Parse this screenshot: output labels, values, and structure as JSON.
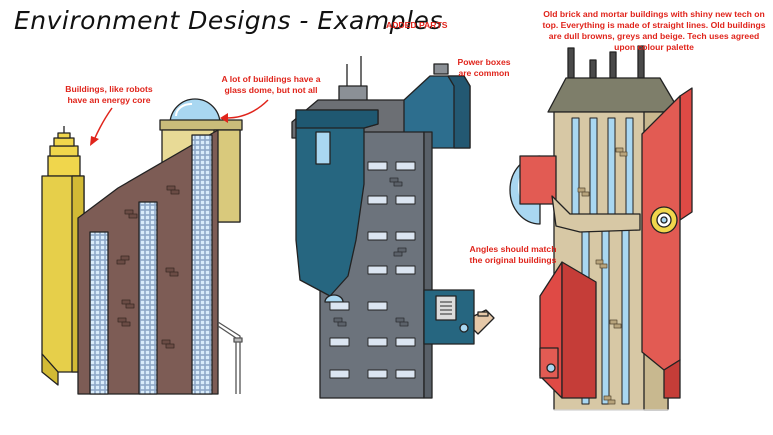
{
  "page": {
    "title": "Environment Designs - Examples",
    "added_parts": "ADDED PARTS"
  },
  "notes": {
    "robots": "Buildings, like robots have an energy core",
    "dome": "A lot of buildings have a glass dome, but not all",
    "power": "Power boxes are common",
    "brick": "Old brick and mortar buildings with shiny new tech on top. Everything is made of straight lines. Old buildings are dull browns, greys and beige. Tech uses agreed upon colour palette",
    "angles": "Angles should match the original buildings"
  },
  "colors": {
    "brick_brown": "#7d5c55",
    "beige": "#e8da96",
    "yellow": "#e6cf4a",
    "glass": "#a9d7f1",
    "teal": "#266680",
    "grey": "#6c737c",
    "tech_red": "#df4a45",
    "roof_olive": "#7e7e6a",
    "annotation_red": "#e0241b"
  }
}
